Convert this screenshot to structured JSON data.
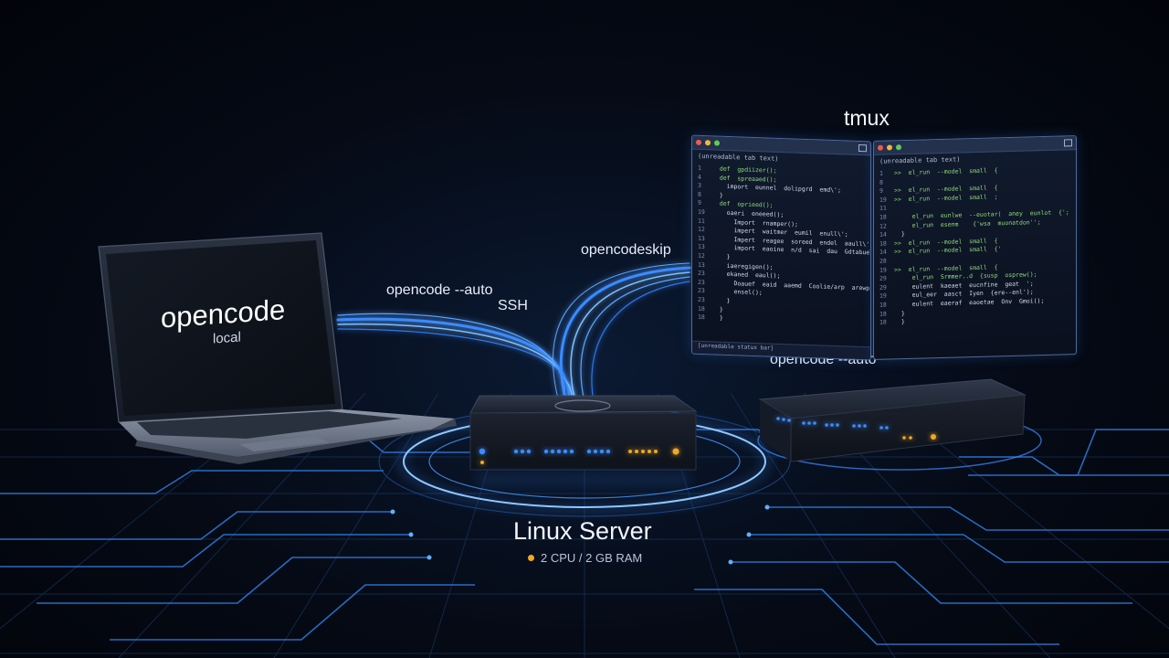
{
  "scene": {
    "laptop": {
      "title": "opencode",
      "subtitle": "local"
    },
    "labels": {
      "opencode_auto_left": "opencode --auto",
      "ssh": "SSH",
      "opencode_skip": "opencodeskip",
      "tmux": "tmux",
      "opencode_auto_right": "opencode --auto"
    },
    "server": {
      "title": "Linux Server",
      "spec": "2 CPU / 2 GB RAM"
    },
    "colors": {
      "accent_blue": "#3b8cff",
      "led_amber": "#f1a826",
      "glow": "#6fb6ff"
    },
    "icons": [
      "window-close-dot",
      "window-minimize-dot",
      "window-maximize-dot",
      "window-menu-icon",
      "server-logo-icon",
      "status-dot-icon"
    ]
  },
  "tmux": {
    "left_pane": {
      "tab": "(unreadable tab text)",
      "lines": [
        {
          "n": "1",
          "t": "  def  gpdiizer();"
        },
        {
          "n": "4",
          "t": "  def  spreaaed();"
        },
        {
          "n": "3",
          "t": "    import  eunnel  dolipgrd  emd\\';"
        },
        {
          "n": "8",
          "t": "  }"
        },
        {
          "n": "9",
          "t": "  def  oprieed();"
        },
        {
          "n": "19",
          "t": "    oaeri  eneeed();"
        },
        {
          "n": "11",
          "t": "      Import  rnamper();"
        },
        {
          "n": "12",
          "t": "      impert  waitmer  eumil  enull\\';"
        },
        {
          "n": "13",
          "t": "      Impert  reagee  soreed  endel  aaull\\';"
        },
        {
          "n": "13",
          "t": "      import  eaoine  n/d  sai  dau  Gdtabuel();"
        },
        {
          "n": "12",
          "t": "    }"
        },
        {
          "n": "13",
          "t": "    iaeregigen();"
        },
        {
          "n": "23",
          "t": "    ekaned  eaul();"
        },
        {
          "n": "23",
          "t": "      Doauef  eaid  aaemd  Coolie/arp  arewp();"
        },
        {
          "n": "23",
          "t": "      ensel();"
        },
        {
          "n": "23",
          "t": "    }"
        },
        {
          "n": "18",
          "t": "  }"
        },
        {
          "n": "18",
          "t": "  }"
        }
      ],
      "status": "[unreadable status bar]"
    },
    "right_pane": {
      "tab": "(unreadable tab text)",
      "lines": [
        {
          "n": "1",
          "t": ">>  el_run  --model  small  {"
        },
        {
          "n": "8",
          "t": ""
        },
        {
          "n": "9",
          "t": ">>  el_run  --model  small  {"
        },
        {
          "n": "19",
          "t": ">>  el_run  --model  small  ;"
        },
        {
          "n": "11",
          "t": ""
        },
        {
          "n": "18",
          "t": "     el_run  eunlwe  --euotar(  aney  eunlot  {';"
        },
        {
          "n": "12",
          "t": "     el_run  esenm    {'wsa  muonatdon'';"
        },
        {
          "n": "14",
          "t": "  }"
        },
        {
          "n": "18",
          "t": ">>  el_run  --model  small  {"
        },
        {
          "n": "14",
          "t": ">>  el_run  --model  small  {'"
        },
        {
          "n": "28",
          "t": ""
        },
        {
          "n": "19",
          "t": ">>  el_run  --model  small  {"
        },
        {
          "n": "29",
          "t": "     el_run  Srmmer..d  {susp  osprew();"
        },
        {
          "n": "29",
          "t": "     eulent  kaeaet  eucnfine  geat  ';"
        },
        {
          "n": "19",
          "t": "     eul_eer  aasct  Iyen  {ere--enl');"
        },
        {
          "n": "18",
          "t": "     eulent  eaeraf  eaoetae  Onv  Gmoi();"
        },
        {
          "n": "18",
          "t": "  }"
        },
        {
          "n": "18",
          "t": "  }"
        }
      ]
    }
  }
}
